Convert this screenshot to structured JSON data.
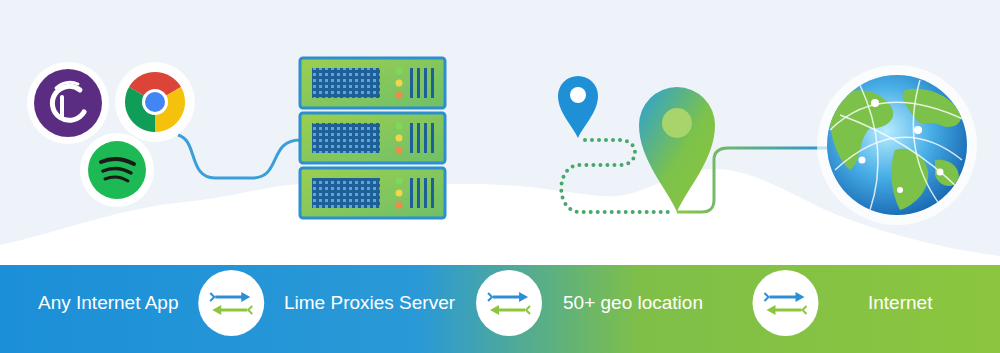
{
  "diagram": {
    "nodes": [
      {
        "text": [
          "Any Internet App"
        ]
      },
      {
        "text": [
          "Lime Proxies Server"
        ]
      },
      {
        "text": [
          "50+ geo location"
        ]
      },
      {
        "text": [
          "Internet"
        ]
      }
    ],
    "edges": [
      {
        "from": 0,
        "to": 1,
        "arrow": "both"
      },
      {
        "from": 1,
        "to": 2,
        "arrow": "both"
      },
      {
        "from": 2,
        "to": 3,
        "arrow": "both"
      }
    ]
  }
}
